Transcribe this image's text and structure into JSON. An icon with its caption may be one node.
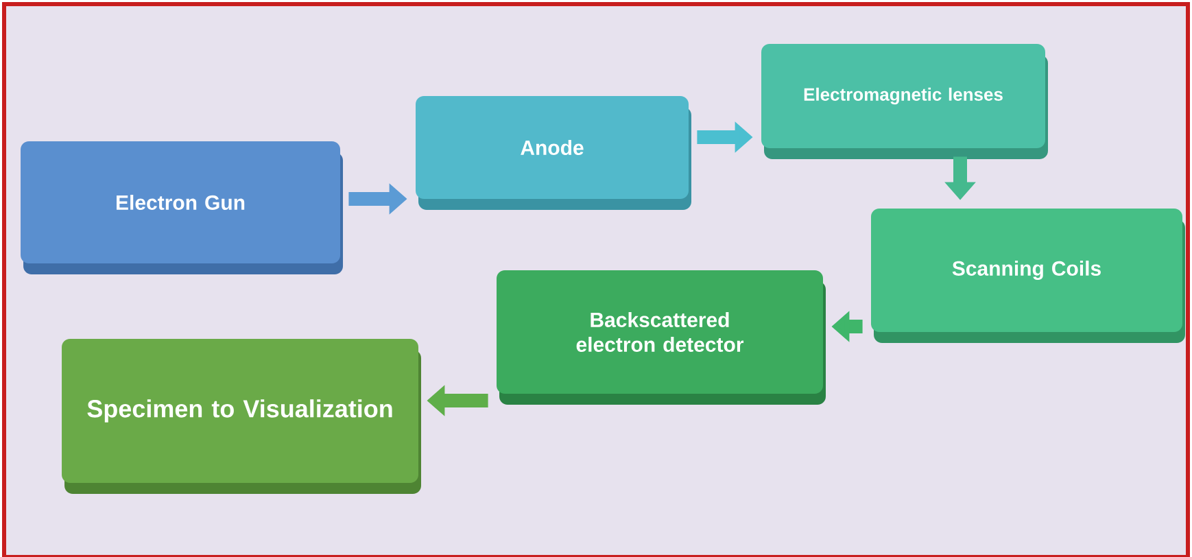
{
  "diagram": {
    "nodes": [
      {
        "text": [
          "Electron Gun"
        ]
      },
      {
        "text": [
          "Anode"
        ]
      },
      {
        "text": [
          "Electromagnetic lenses"
        ]
      },
      {
        "text": [
          "Scanning Coils"
        ]
      },
      {
        "text": [
          "Backscattered electron detector"
        ]
      },
      {
        "text": [
          "Specimen to Visualization"
        ]
      }
    ],
    "edges": [
      {
        "from": 0,
        "to": 1,
        "arrow": "to",
        "color": "#5b9bd5"
      },
      {
        "from": 1,
        "to": 2,
        "arrow": "to",
        "color": "#4bbfd0"
      },
      {
        "from": 2,
        "to": 3,
        "arrow": "to",
        "color": "#45b98e"
      },
      {
        "from": 3,
        "to": 4,
        "arrow": "to",
        "color": "#3fb66a"
      },
      {
        "from": 4,
        "to": 5,
        "arrow": "to",
        "color": "#5fae4a"
      }
    ]
  }
}
